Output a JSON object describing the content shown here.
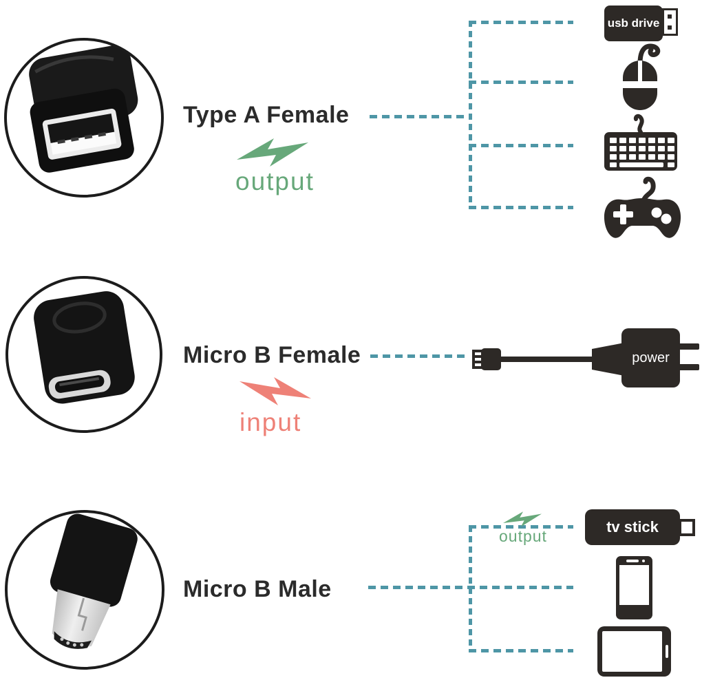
{
  "colors": {
    "connector_line_teal": "#4e96a6",
    "output_green": "#67a87a",
    "input_red": "#ee8177",
    "icon_black": "#2d2926",
    "label_black": "#2b2b2b"
  },
  "sections": {
    "top": {
      "label": "Type A Female",
      "flow_label": "output",
      "flow_direction": "output",
      "connected_device_icons": [
        "usb-drive-icon",
        "mouse-icon",
        "keyboard-icon",
        "gamepad-icon"
      ],
      "usb_drive_text": "usb drive"
    },
    "middle": {
      "label": "Micro B Female",
      "flow_label": "input",
      "flow_direction": "input",
      "connected_device_icons": [
        "power-adapter-icon"
      ],
      "power_text": "power"
    },
    "bottom": {
      "label": "Micro B Male",
      "flow_label": "output",
      "flow_direction": "output",
      "connected_device_icons": [
        "tv-stick-icon",
        "phone-icon",
        "tablet-icon"
      ],
      "tv_stick_text": "tv stick"
    }
  }
}
